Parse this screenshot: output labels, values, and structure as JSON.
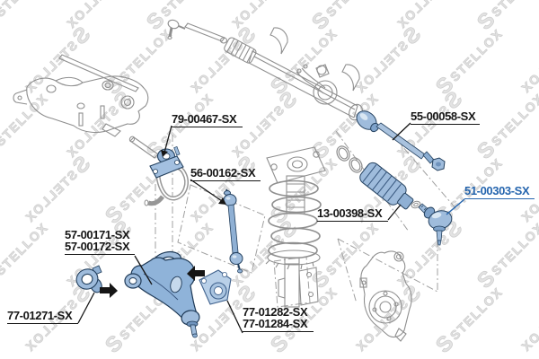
{
  "diagram": {
    "brand_watermark": "STELLOX",
    "highlight_color": "#2565ae",
    "line_art_color": "#8f8f8f",
    "part_fill_color": "#9fbcdc",
    "labels": {
      "stabilizer_bushing": "79-00467-SX",
      "stabilizer_link": "56-00162-SX",
      "inner_tie_rod": "55-00058-SX",
      "steering_boot": "13-00398-SX",
      "tie_rod_end": "51-00303-SX",
      "control_arm_1": "57-00171-SX",
      "control_arm_2": "57-00172-SX",
      "front_arm_bushing": "77-01271-SX",
      "rear_arm_bushing_1": "77-01282-SX",
      "rear_arm_bushing_2": "77-01284-SX"
    }
  }
}
